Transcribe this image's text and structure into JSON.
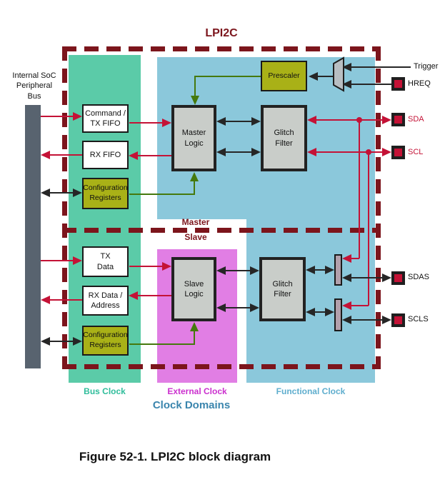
{
  "page": {
    "title": "LPI2C",
    "caption": "Figure 52-1. LPI2C block diagram"
  },
  "bus": {
    "label": "Internal SoC\nPeripheral\nBus"
  },
  "sections": {
    "master": "Master",
    "slave": "Slave"
  },
  "blocks": {
    "command_tx_fifo": "Command /\nTX FIFO",
    "rx_fifo": "RX FIFO",
    "config_registers_master": "Configuration\nRegisters",
    "master_logic": "Master\nLogic",
    "glitch_filter_master": "Glitch\nFilter",
    "prescaler": "Prescaler",
    "tx_data": "TX\nData",
    "rx_data_address": "RX Data /\nAddress",
    "config_registers_slave": "Configuration\nRegisters",
    "slave_logic": "Slave\nLogic",
    "glitch_filter_slave": "Glitch\nFilter"
  },
  "pins": {
    "trigger": "Trigger",
    "hreq": "HREQ",
    "sda": "SDA",
    "scl": "SCL",
    "sdas": "SDAS",
    "scls": "SCLS"
  },
  "clock_domains": {
    "heading": "Clock Domains",
    "bus_clock": "Bus Clock",
    "external_clock": "External Clock",
    "functional_clock": "Functional Clock"
  },
  "colors": {
    "bus_clock_region": "#5bcba8",
    "functional_clock_region": "#8bc8db",
    "external_clock_region": "#e17ee4",
    "register_block": "#a9b117",
    "logic_block": "#c9cdc9",
    "mux_bar": "#b2a0ac",
    "soc_bus_bar": "#58636f",
    "dashed_boundary": "#7c151c",
    "signal_red": "#c41236",
    "signal_green": "#45790d",
    "signal_black": "#262626",
    "bus_clock_text": "#2fbd9b",
    "external_clock_text": "#cb30ce",
    "functional_clock_text": "#5faece",
    "clock_domains_text": "#3a85ad"
  }
}
